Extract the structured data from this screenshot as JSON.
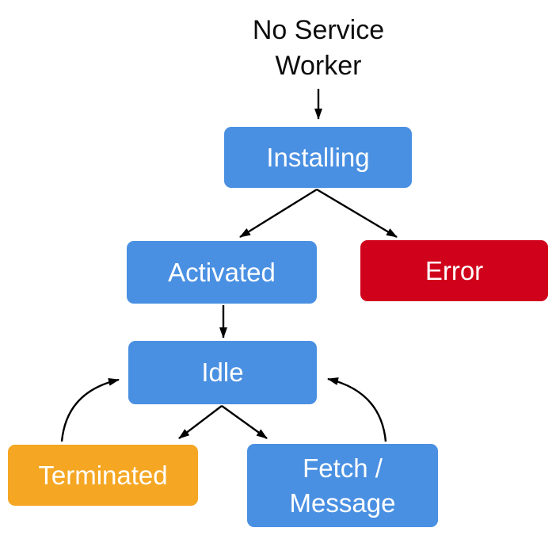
{
  "background": "#ffffff",
  "start": {
    "label": "No Service\nWorker",
    "color": "#0d0d0d"
  },
  "nodes": {
    "installing": {
      "label": "Installing",
      "fill": "#4a90e2",
      "text": "#ffffff"
    },
    "activated": {
      "label": "Activated",
      "fill": "#4a90e2",
      "text": "#ffffff"
    },
    "error": {
      "label": "Error",
      "fill": "#d0021b",
      "text": "#ffffff"
    },
    "idle": {
      "label": "Idle",
      "fill": "#4a90e2",
      "text": "#ffffff"
    },
    "terminated": {
      "label": "Terminated",
      "fill": "#f5a623",
      "text": "#ffffff"
    },
    "fetch_message": {
      "label": "Fetch /\nMessage",
      "fill": "#4a90e2",
      "text": "#ffffff"
    }
  },
  "edges": {
    "color": "#000000",
    "list": [
      {
        "from": "no-service-worker",
        "to": "installing",
        "shape": "straight"
      },
      {
        "from": "installing",
        "to": "activated",
        "shape": "straight"
      },
      {
        "from": "installing",
        "to": "error",
        "shape": "straight"
      },
      {
        "from": "activated",
        "to": "idle",
        "shape": "straight"
      },
      {
        "from": "idle",
        "to": "terminated",
        "shape": "straight"
      },
      {
        "from": "idle",
        "to": "fetch-message",
        "shape": "straight"
      },
      {
        "from": "terminated",
        "to": "idle",
        "shape": "curved"
      },
      {
        "from": "fetch-message",
        "to": "idle",
        "shape": "curved"
      }
    ]
  }
}
